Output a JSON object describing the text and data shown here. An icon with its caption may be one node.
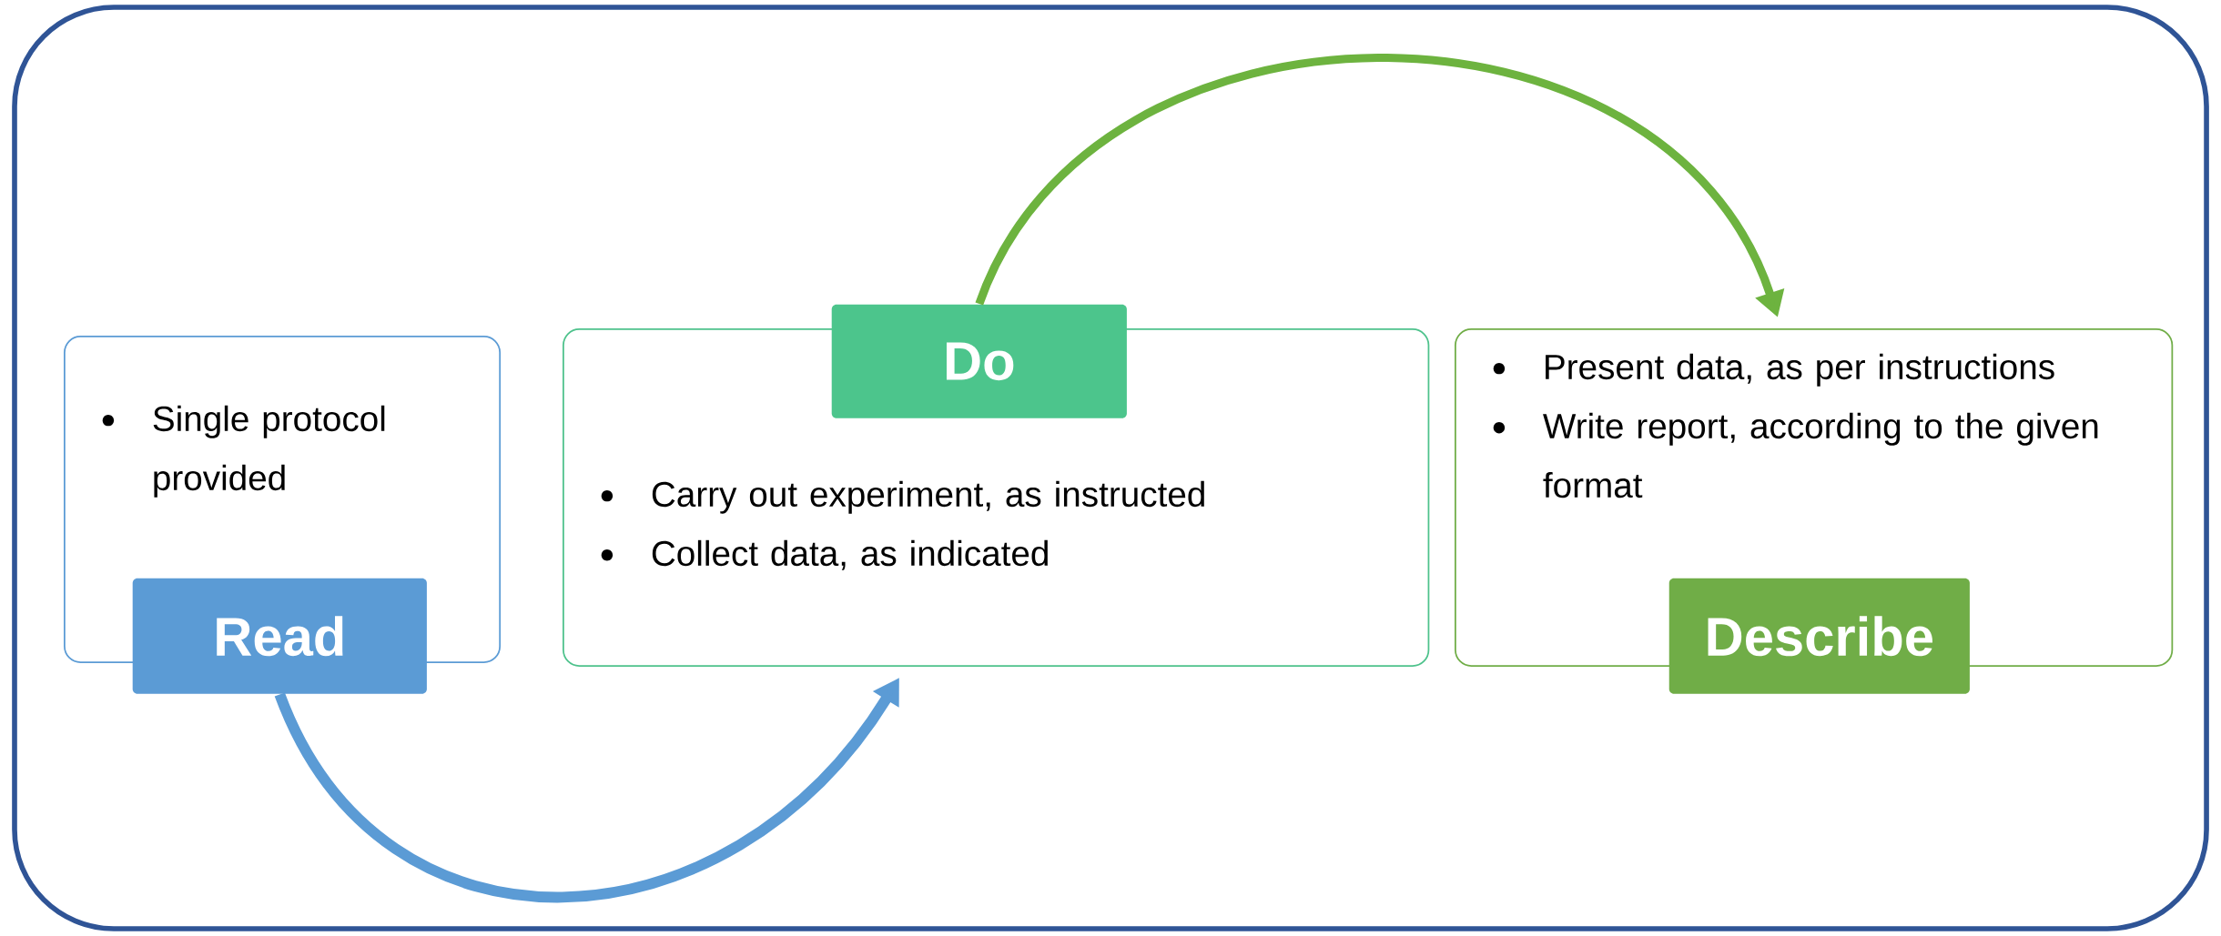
{
  "diagram": {
    "nodes": [
      {
        "text": [
          "Single protocol provided"
        ]
      },
      {
        "text": [
          "Read"
        ]
      },
      {
        "text": [
          "Carry out experiment, as instructed",
          "Collect data, as indicated"
        ]
      },
      {
        "text": [
          "Do"
        ]
      },
      {
        "text": [
          "Present data, as per instructions",
          "Write report, according to the given format"
        ]
      },
      {
        "text": [
          "Describe"
        ]
      }
    ],
    "edges": [
      {
        "from": 1,
        "to": 2,
        "arrow": "to",
        "color": "#5b9bd5"
      },
      {
        "from": 3,
        "to": 4,
        "arrow": "to",
        "color": "#6db33f"
      }
    ]
  }
}
